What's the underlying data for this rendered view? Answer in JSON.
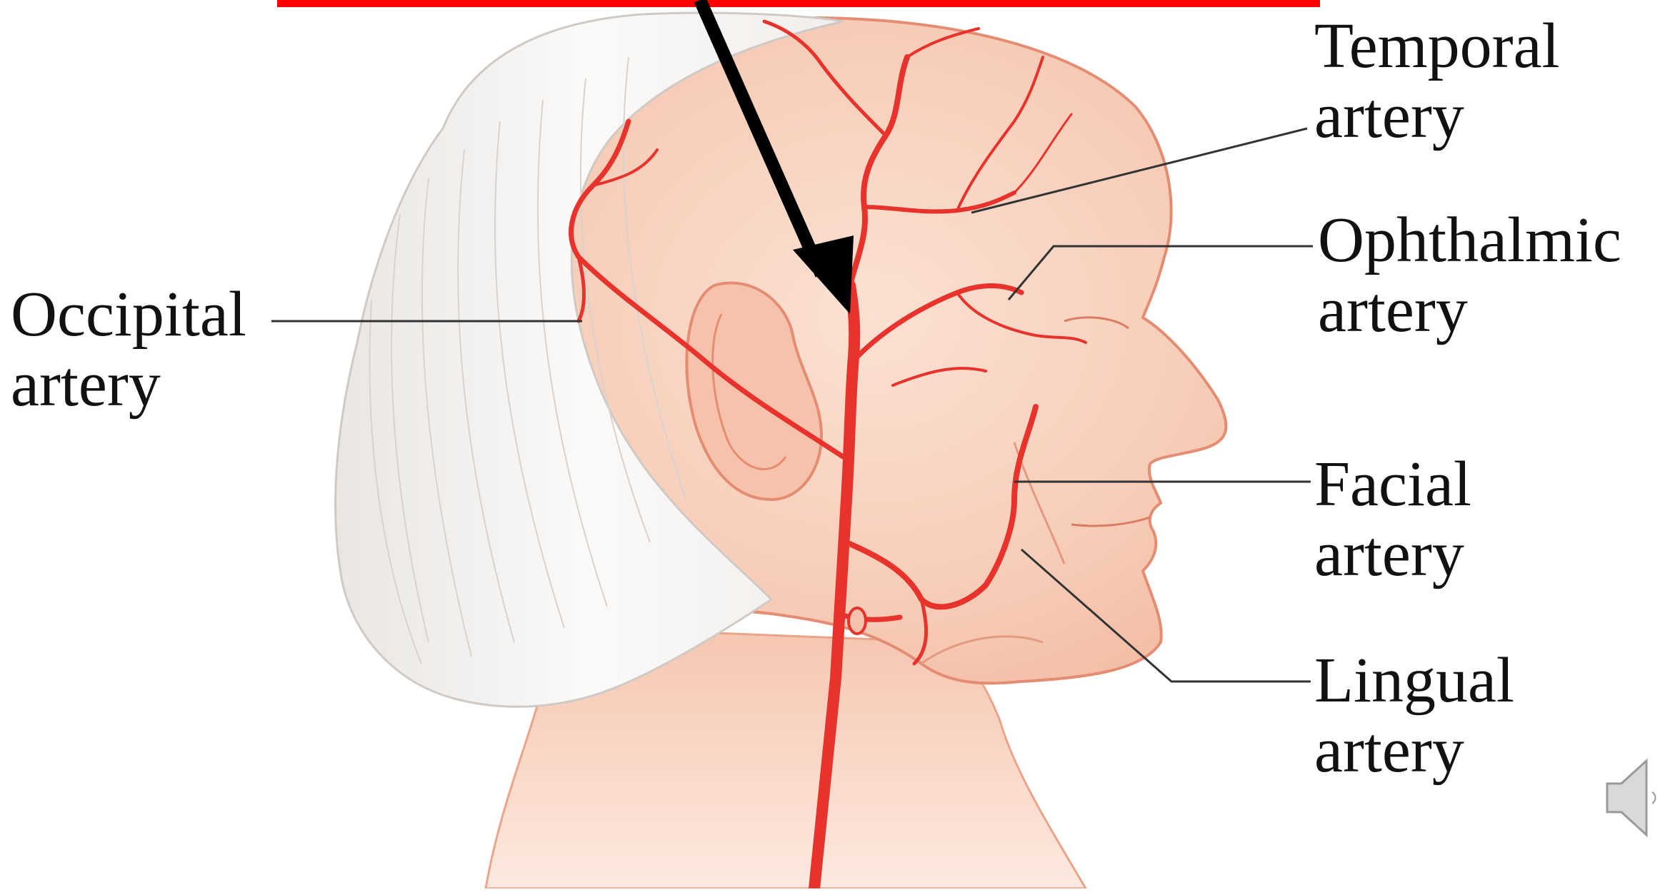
{
  "labels": {
    "temporal": {
      "line1": "Temporal",
      "line2": "artery"
    },
    "ophthalmic": {
      "line1": "Ophthalmic",
      "line2": "artery"
    },
    "occipital": {
      "line1": "Occipital",
      "line2": "artery"
    },
    "facial": {
      "line1": "Facial",
      "line2": "artery"
    },
    "lingual": {
      "line1": "Lingual",
      "line2": "artery"
    }
  },
  "colors": {
    "artery": "#e8322c",
    "skin": "#f8d2bf",
    "skin_shadow": "#f0b39a",
    "hair": "#f6f4f2",
    "hair_stroke": "#cfcac6",
    "banner": "#ff0000",
    "arrow": "#000000",
    "leader": "#333333",
    "speaker": "#bdbdbd"
  },
  "icons": {
    "arrow": "down-arrow-icon",
    "speaker": "speaker-icon"
  }
}
